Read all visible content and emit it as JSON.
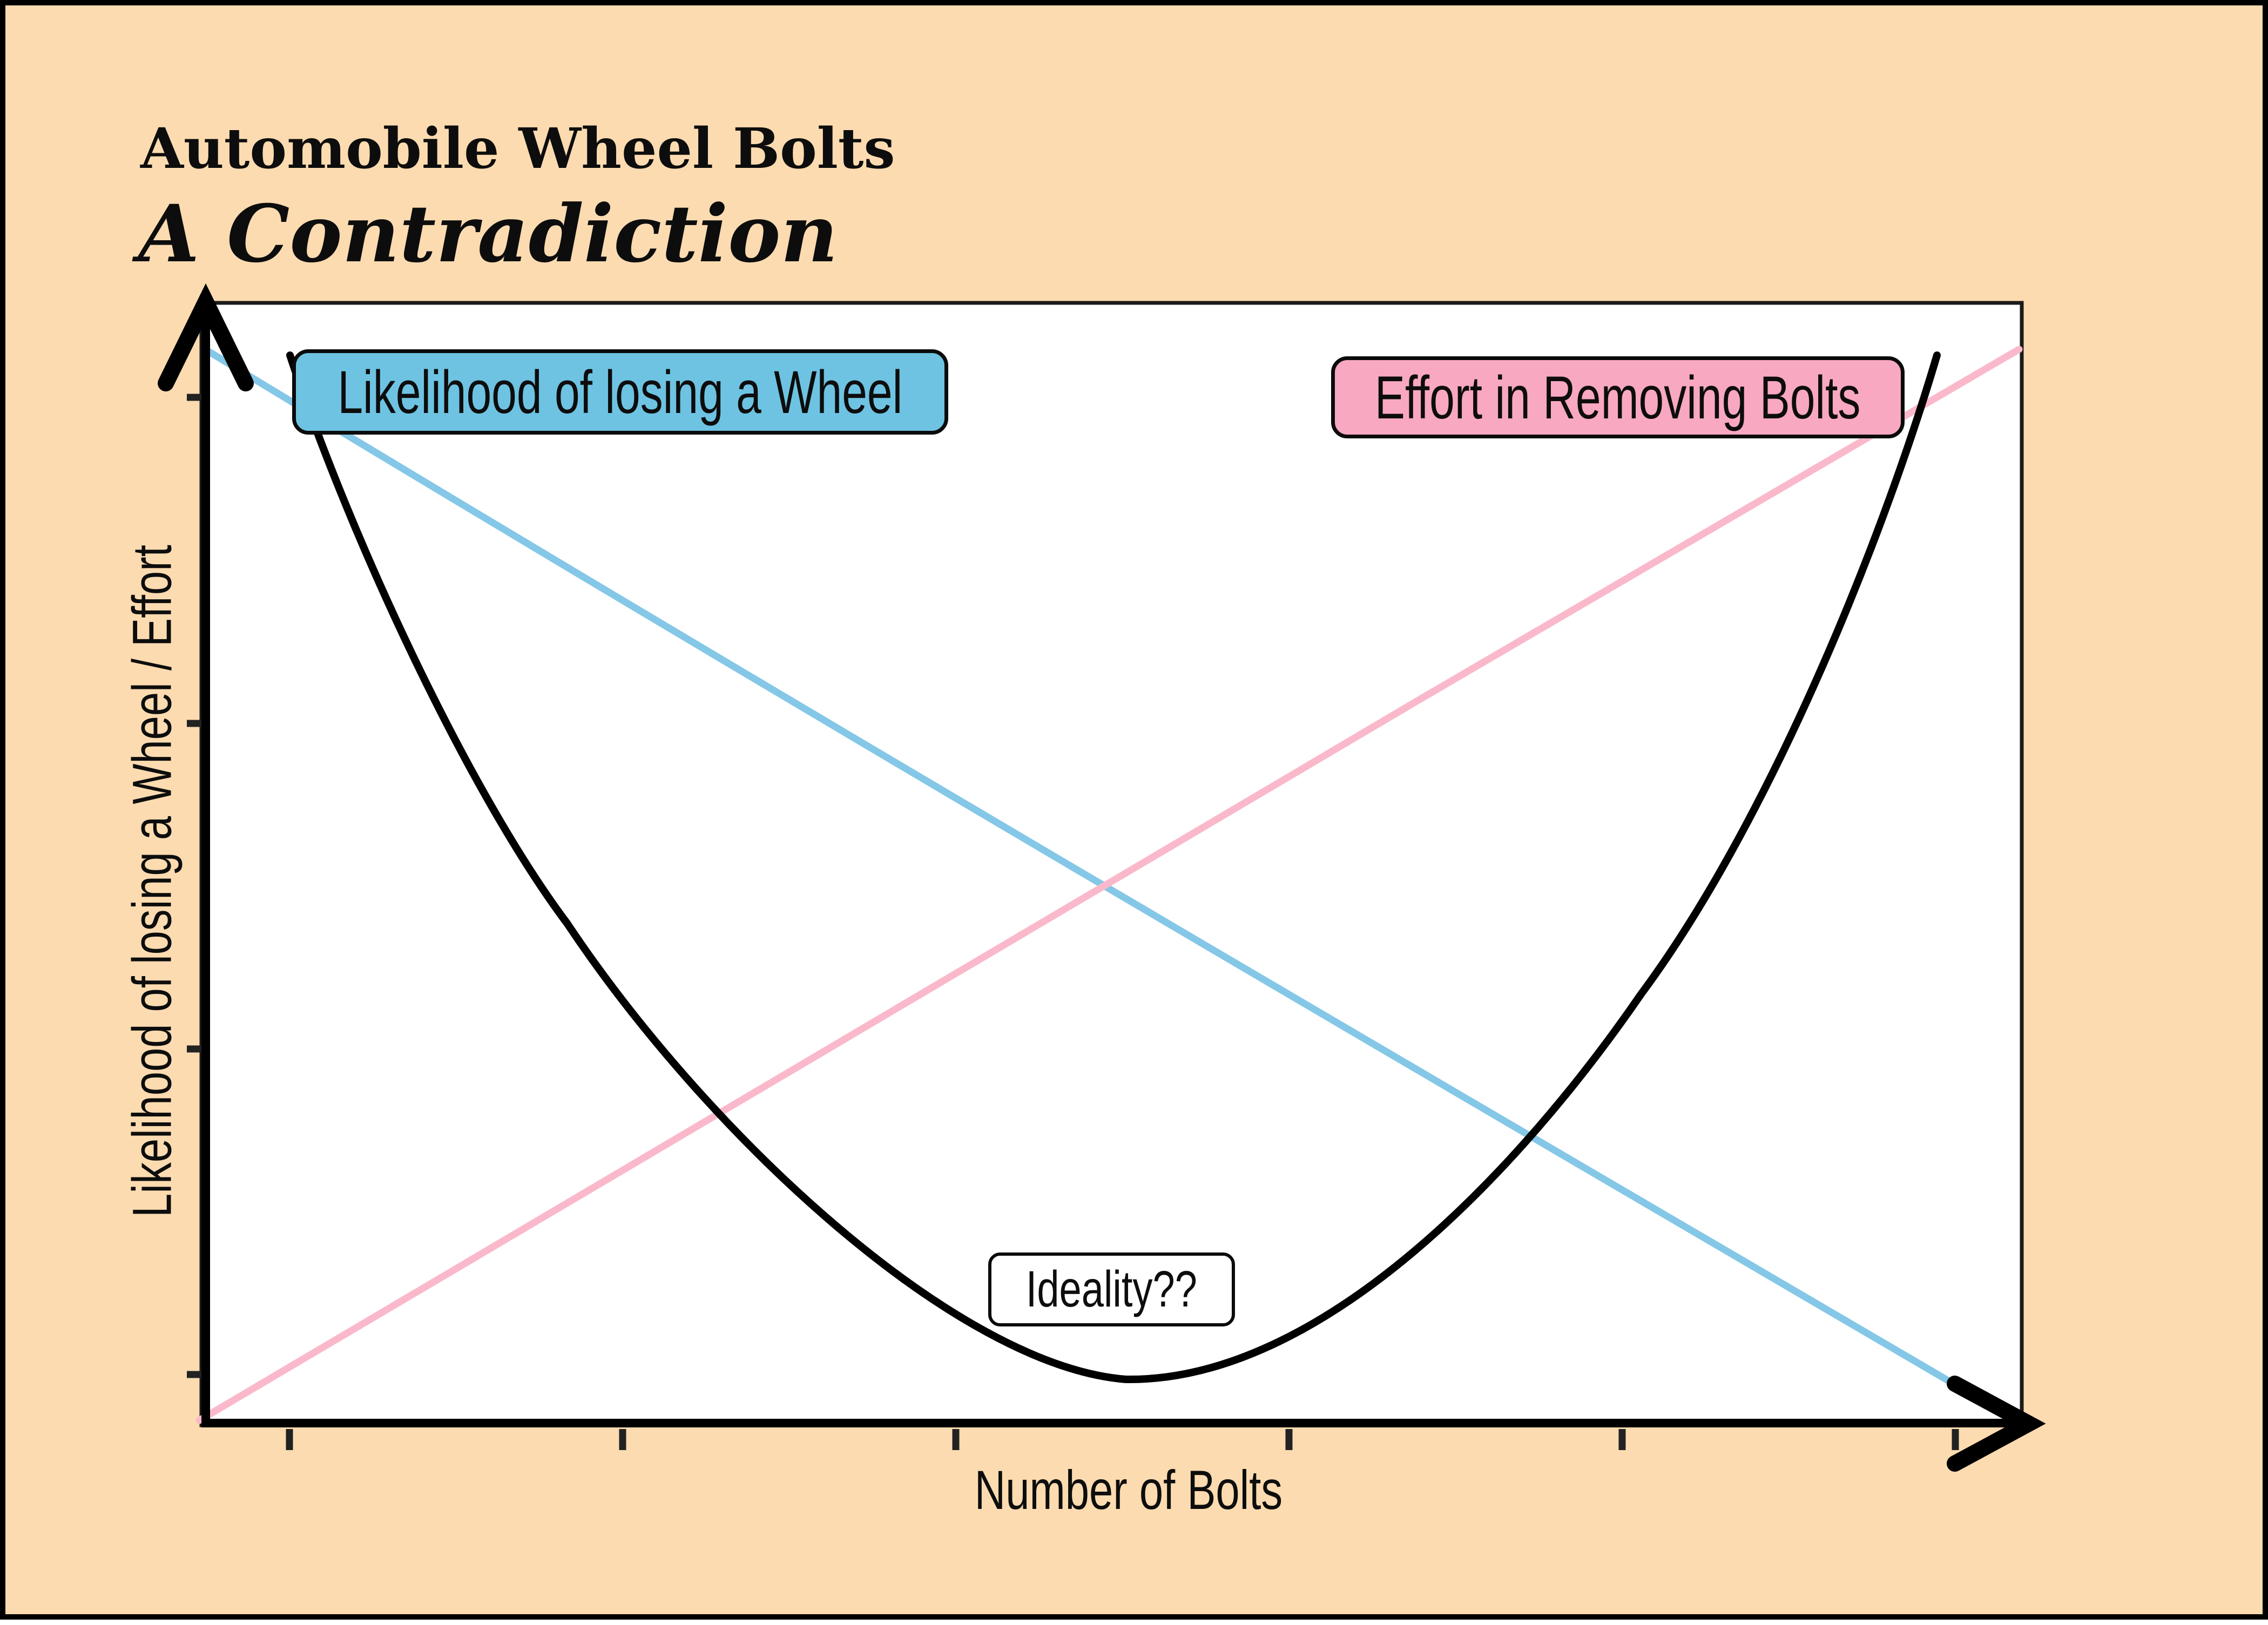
{
  "chart_data": {
    "type": "line",
    "title": "Automobile Wheel Bolts",
    "subtitle": "A Contradiction",
    "xlabel": "Number of Bolts",
    "ylabel": "Likelihood of losing a Wheel / Effort",
    "grid": false,
    "legend_position": "inline annotation boxes (no separate legend)",
    "x_axis": {
      "tick_count": 6,
      "tick_labels": [],
      "numeric_labels_shown": false,
      "arrow": true
    },
    "y_axis": {
      "tick_count": 4,
      "tick_labels": [],
      "numeric_labels_shown": false,
      "arrow": true
    },
    "series": [
      {
        "name": "Likelihood of losing a Wheel",
        "color": "#85C7E7",
        "shape": "straight-line",
        "direction": "decreasing",
        "points_norm": [
          [
            0.0,
            0.97
          ],
          [
            0.5,
            0.5
          ],
          [
            0.97,
            0.04
          ]
        ]
      },
      {
        "name": "Effort in Removing Bolts",
        "color": "#FAB9CB",
        "shape": "straight-line",
        "direction": "increasing",
        "points_norm": [
          [
            0.0,
            0.0
          ],
          [
            0.5,
            0.5
          ],
          [
            1.0,
            0.96
          ]
        ]
      },
      {
        "name": "Ideality??",
        "color": "#000000",
        "shape": "u-curve",
        "direction": "decreasing-then-increasing",
        "points_norm": [
          [
            0.05,
            0.95
          ],
          [
            0.2,
            0.49
          ],
          [
            0.5,
            0.04
          ],
          [
            0.8,
            0.49
          ],
          [
            0.95,
            0.95
          ]
        ],
        "minimum_norm": [
          0.5,
          0.04
        ]
      }
    ],
    "annotations": [
      {
        "text": "Likelihood of losing a Wheel",
        "style": "blue rounded box, top-left"
      },
      {
        "text": "Effort in Removing Bolts",
        "style": "pink rounded box, top-right"
      },
      {
        "text": "Ideality??",
        "style": "white rounded box, at curve minimum"
      }
    ]
  },
  "colors": {
    "background": "#FCDBB0",
    "frame_border": "#000000",
    "plot_background": "#FFFFFF",
    "plot_border": "#1B1B1B",
    "axis": "#000000",
    "tick": "#222222",
    "likelihood_line": "#85C7E7",
    "likelihood_badge_bg": "#6EC3E2",
    "effort_line": "#FAB9CB",
    "effort_badge_bg": "#F9A8C1",
    "ideality_curve": "#000000",
    "annotation_bg": "#FFFFFF",
    "badge_border": "#0B0B0B",
    "text": "#0D0D0D"
  }
}
